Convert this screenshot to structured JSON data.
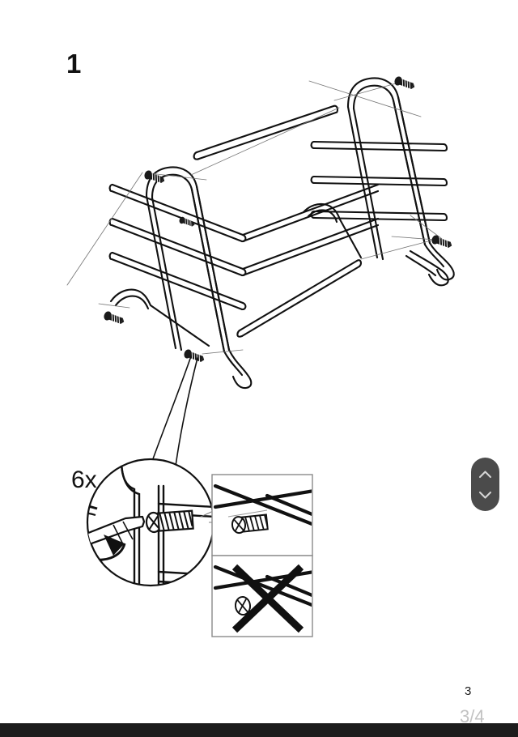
{
  "document": {
    "type": "assembly-instruction-page",
    "step_number": "1",
    "quantity_label": "6x",
    "page_number": "3",
    "page_progress": "3/4"
  },
  "illustration": {
    "title_alt": "Isometric line drawing of a tubular metal rack frame being assembled with screws",
    "detail_callout_alt": "Magnified circular detail showing a screwdriver turning a screw into the frame, with a circular rotation arrow",
    "inset_ok_alt": "Correct screw placement detail",
    "inset_wrong_alt": "Incorrect screw placement marked with a large X"
  },
  "scroll_control": {
    "up_icon": "chevron-up-icon",
    "down_icon": "chevron-down-icon"
  },
  "colors": {
    "ink": "#111111",
    "paper": "#ffffff",
    "pill_bg": "#4b4b4b",
    "pill_icon": "#d6d6d6",
    "progress_text": "#c2c2c2",
    "bottom_bar": "#1c1c1c",
    "inset_border": "#8a8a8a"
  }
}
